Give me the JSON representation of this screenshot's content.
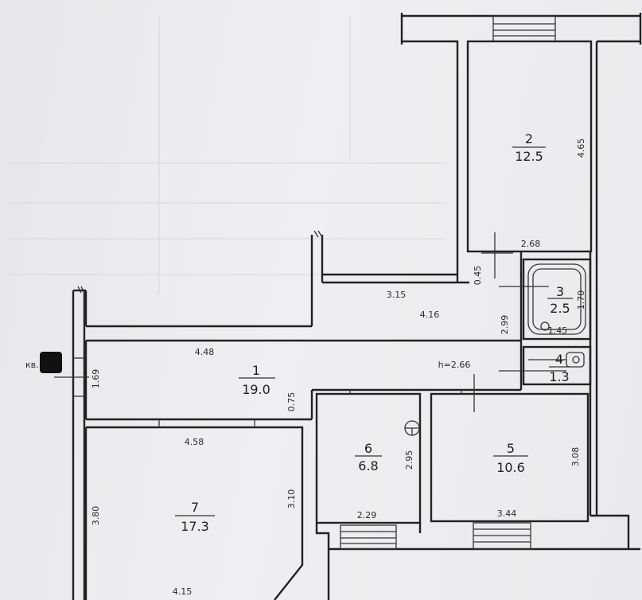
{
  "apartment_label": "кв.",
  "height_label": "h=2.66",
  "rooms": [
    {
      "id": "room-1",
      "number": "1",
      "area": "19.0"
    },
    {
      "id": "room-2",
      "number": "2",
      "area": "12.5"
    },
    {
      "id": "room-3",
      "number": "3",
      "area": "2.5"
    },
    {
      "id": "room-4",
      "number": "4",
      "area": "1.3"
    },
    {
      "id": "room-5",
      "number": "5",
      "area": "10.6"
    },
    {
      "id": "room-6",
      "number": "6",
      "area": "6.8"
    },
    {
      "id": "room-7",
      "number": "7",
      "area": "17.3"
    }
  ],
  "dimensions": {
    "d_4_65": "4.65",
    "d_2_68": "2.68",
    "d_0_45": "0.45",
    "d_3_15": "3.15",
    "d_4_16": "4.16",
    "d_2_99": "2.99",
    "d_1_70": "1.70",
    "d_1_45": "1.45",
    "d_4_48": "4.48",
    "d_1_69": "1.69",
    "d_0_75": "0.75",
    "d_4_58": "4.58",
    "d_2_95": "2.95",
    "d_3_08": "3.08",
    "d_3_10": "3.10",
    "d_3_80": "3.80",
    "d_2_29": "2.29",
    "d_3_44": "3.44",
    "d_4_15": "4.15"
  }
}
